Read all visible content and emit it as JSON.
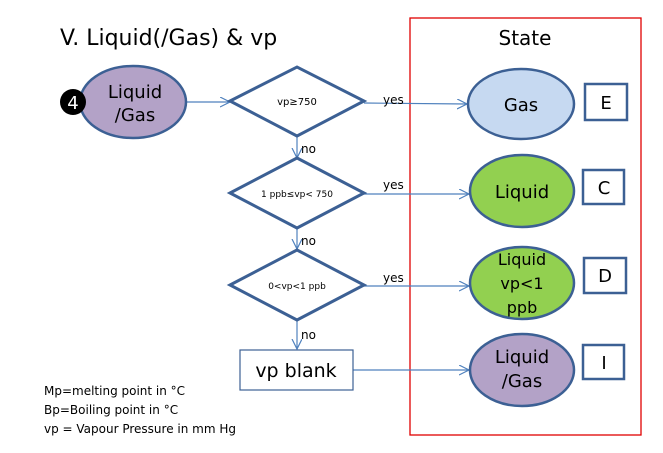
{
  "title": "V. Liquid(/Gas) & vp",
  "state_panel": {
    "title": "State"
  },
  "start": {
    "badge": "4",
    "line1": "Liquid",
    "line2": "/Gas"
  },
  "decisions": [
    {
      "label": "vp≥750",
      "yes": "yes",
      "no": "no"
    },
    {
      "label": "1 ppb≤vp< 750",
      "yes": "yes",
      "no": "no"
    },
    {
      "label": "0<vp<1 ppb",
      "yes": "yes",
      "no": "no"
    }
  ],
  "fallback_box": {
    "label": "vp blank"
  },
  "states": [
    {
      "lines": [
        "Gas"
      ],
      "code": "E",
      "color": "#c6d9f1"
    },
    {
      "lines": [
        "Liquid"
      ],
      "code": "C",
      "color": "#92d050"
    },
    {
      "lines": [
        "Liquid",
        "vp<1",
        "ppb"
      ],
      "code": "D",
      "color": "#92d050"
    },
    {
      "lines": [
        "Liquid",
        "/Gas"
      ],
      "code": "I",
      "color": "#b3a2c7"
    }
  ],
  "legend": [
    "Mp=melting point in °C",
    "Bp=Boiling point in °C",
    "vp = Vapour Pressure in mm  Hg"
  ],
  "colors": {
    "shape_stroke": "#3c6094",
    "connector": "#4f81bd",
    "frame": "#e00000",
    "start_fill": "#b3a2c7"
  }
}
